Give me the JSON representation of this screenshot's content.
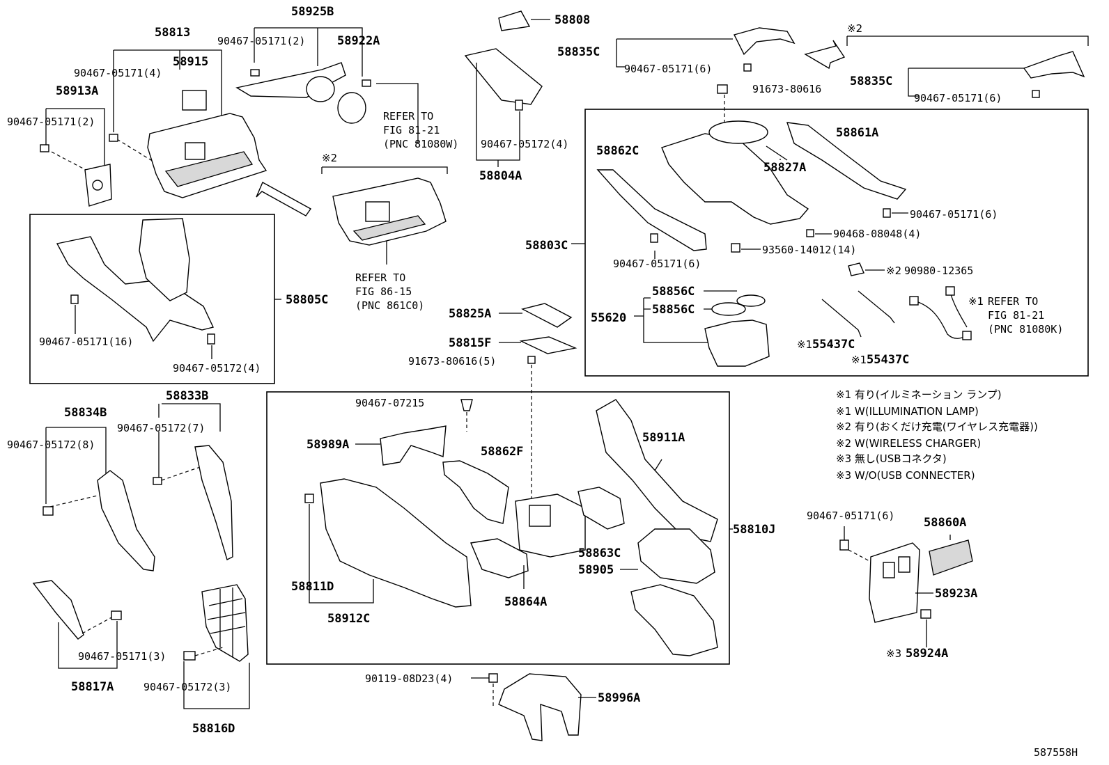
{
  "labels": {
    "p58813": "58813",
    "p58925b": "58925B",
    "p58922a": "58922A",
    "p58808": "58808",
    "p58835c_a": "58835C",
    "p58835c_b": "58835C",
    "p58915": "58915",
    "p58913a": "58913A",
    "p58804a": "58804A",
    "p58861a": "58861A",
    "p58862c": "58862C",
    "p58827a": "58827A",
    "p58803c": "58803C",
    "p58805c": "58805C",
    "p58825a": "58825A",
    "p58815f": "58815F",
    "p55620": "55620",
    "p58856c_a": "58856C",
    "p58856c_b": "58856C",
    "p55437c_a": "55437C",
    "p55437c_b": "55437C",
    "p58834b": "58834B",
    "p58833b": "58833B",
    "p58989a": "58989A",
    "p58862f": "58862F",
    "p58911a": "58911A",
    "p58810j": "58810J",
    "p58811d": "58811D",
    "p58912c": "58912C",
    "p58864a": "58864A",
    "p58863c": "58863C",
    "p58905": "58905",
    "p58860a": "58860A",
    "p58923a": "58923A",
    "p58924a": "58924A",
    "p58817a": "58817A",
    "p58816d": "58816D",
    "p58996a": "58996A"
  },
  "fasteners": {
    "f_925b": "90467-05171(2)",
    "f_835c_a": "90467-05171(6)",
    "f_835c_b": "90467-05171(6)",
    "f_813": "90467-05171(4)",
    "f_913a": "90467-05171(2)",
    "f_804a": "90467-05172(4)",
    "f_91673_top": "91673-80616",
    "f_861a": "90467-05171(6)",
    "f_90468": "90468-08048(4)",
    "f_93560": "93560-14012(14)",
    "f_862c": "90467-05171(6)",
    "f_90980": "90980-12365",
    "f_805c_a": "90467-05171(16)",
    "f_805c_b": "90467-05172(4)",
    "f_91673_mid": "91673-80616(5)",
    "f_834b": "90467-05172(8)",
    "f_833b": "90467-05172(7)",
    "f_07215": "90467-07215",
    "f_860a": "90467-05171(6)",
    "f_817a": "90467-05171(3)",
    "f_816d": "90467-05172(3)",
    "f_90119": "90119-08D23(4)"
  },
  "marks": {
    "m2_top": "※2",
    "m2_mid": "※2",
    "m2_90980": "※2",
    "m1_refer": "※1",
    "m1_55437_a": "※1",
    "m1_55437_b": "※1",
    "m3_924a": "※3"
  },
  "references": {
    "ref_81080w": [
      "REFER TO",
      "FIG 81-21",
      "(PNC 81080W)"
    ],
    "ref_861c0": [
      "REFER TO",
      "FIG 86-15",
      "(PNC 861C0)"
    ],
    "ref_81080k": [
      "REFER TO",
      "FIG 81-21",
      "(PNC 81080K)"
    ]
  },
  "legend": [
    "※1  有り(イルミネーション ランプ)",
    "※1  W(ILLUMINATION LAMP)",
    "※2  有り(おくだけ充電(ワイヤレス充電器))",
    "※2  W(WIRELESS CHARGER)",
    "※3  無し(USBコネクタ)",
    "※3  W/O(USB CONNECTER)"
  ],
  "figure_code": "587558H"
}
